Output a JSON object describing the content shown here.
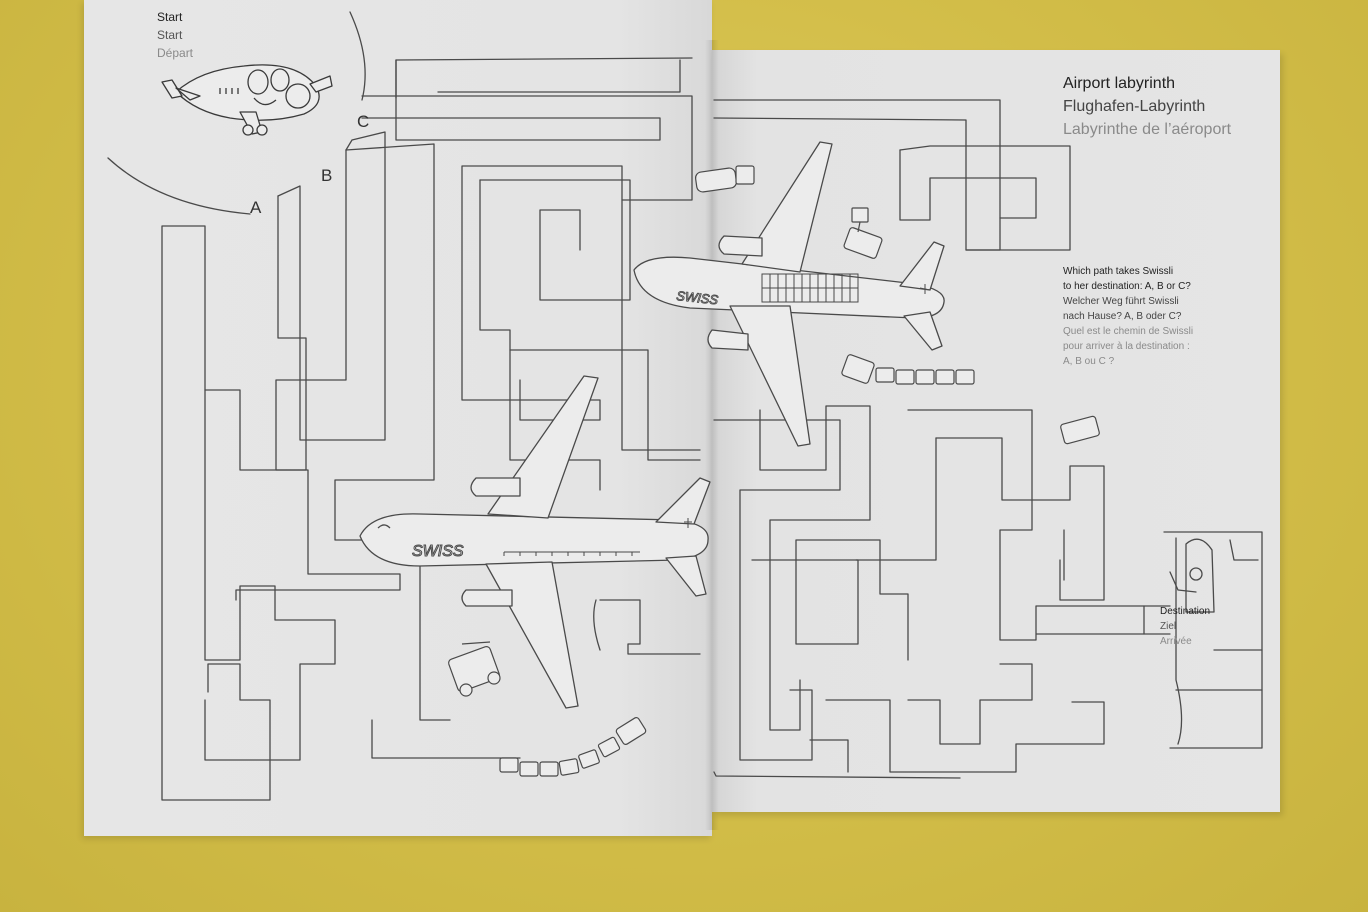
{
  "left_page": {
    "start_labels": [
      "Start",
      "Start",
      "Départ"
    ],
    "path_labels": [
      "A",
      "B",
      "C"
    ],
    "aircraft_livery": "SWISS"
  },
  "right_page": {
    "title_lines": [
      "Airport labyrinth",
      "Flughafen-Labyrinth",
      "Labyrinthe de l’aéroport"
    ],
    "question_en": [
      "Which path takes Swissli",
      "to her destination: A, B or C?"
    ],
    "question_de": [
      "Welcher Weg führt Swissli",
      "nach Hause? A, B oder C?"
    ],
    "question_fr": [
      "Quel est le chemin de Swissli",
      "pour arriver à la destination :",
      "A, B ou C ?"
    ],
    "destination_labels": [
      "Destination",
      "Ziel",
      "Arrivée"
    ],
    "aircraft_livery": "SWISS"
  },
  "colors": {
    "table": "#d6c24f",
    "paper": "#e4e4e4",
    "ink": "#333333",
    "ink_light": "#8a8a8a"
  }
}
